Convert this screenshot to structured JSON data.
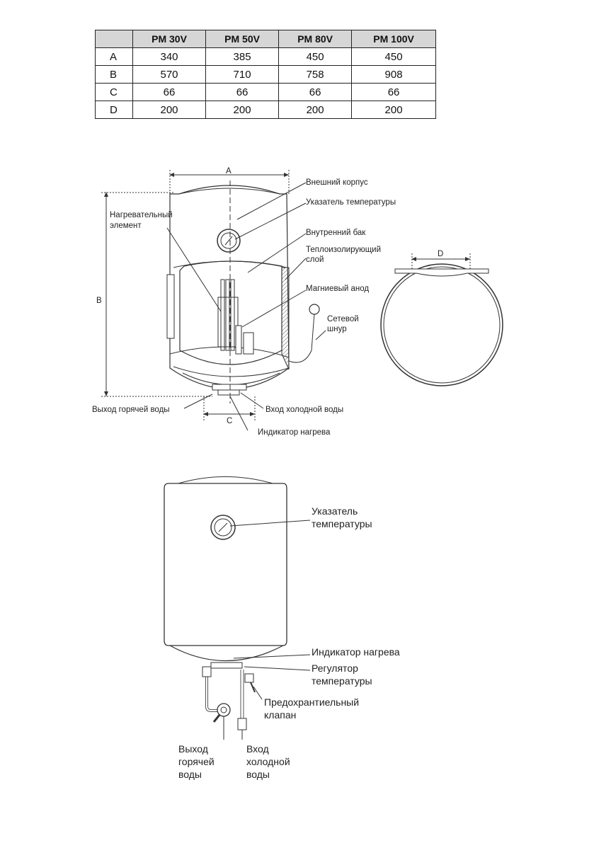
{
  "table": {
    "headers": [
      "",
      "PM 30V",
      "PM 50V",
      "PM 80V",
      "PM 100V"
    ],
    "rows": [
      {
        "label": "A",
        "values": [
          "340",
          "385",
          "450",
          "450"
        ]
      },
      {
        "label": "B",
        "values": [
          "570",
          "710",
          "758",
          "908"
        ]
      },
      {
        "label": "C",
        "values": [
          "66",
          "66",
          "66",
          "66"
        ]
      },
      {
        "label": "D",
        "values": [
          "200",
          "200",
          "200",
          "200"
        ]
      }
    ]
  },
  "diagram1": {
    "dim_a": "A",
    "dim_b": "B",
    "dim_c": "C",
    "dim_d": "D",
    "outer_casing": "Внешний корпус",
    "temp_indicator": "Указатель температуры",
    "heating_element_1": "Нагревательный",
    "heating_element_2": "элемент",
    "inner_tank": "Внутренний бак",
    "insulation_1": "Теплоизолирующий",
    "insulation_2": "слой",
    "magnesium_anode": "Магниевый анод",
    "power_cord_1": "Сетевой",
    "power_cord_2": "шнур",
    "hot_water_out": "Выход горячей воды",
    "cold_water_in": "Вход холодной воды",
    "heating_indicator": "Индикатор нагрева"
  },
  "diagram2": {
    "temp_indicator_1": "Указатель",
    "temp_indicator_2": "температуры",
    "heating_indicator": "Индикатор нагрева",
    "temp_regulator_1": "Регулятор",
    "temp_regulator_2": "температуры",
    "safety_valve_1": "Предохрантиельный",
    "safety_valve_2": "клапан",
    "hot_water_1": "Выход",
    "hot_water_2": "горячей",
    "hot_water_3": "воды",
    "cold_water_1": "Вход",
    "cold_water_2": "холодной",
    "cold_water_3": "воды"
  }
}
